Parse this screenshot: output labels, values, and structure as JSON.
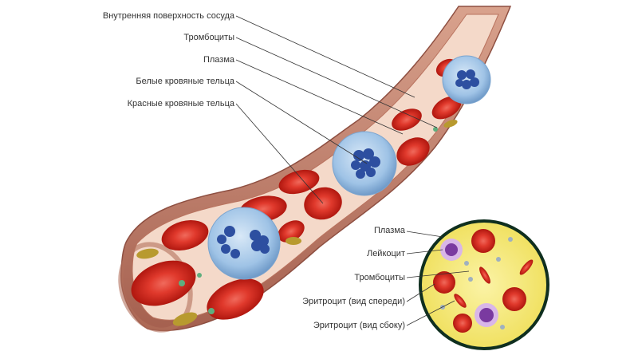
{
  "vessel_labels": {
    "inner_surface": "Внутренняя поверхность сосуда",
    "platelets": "Тромбоциты",
    "plasma": "Плазма",
    "white_cells": "Белые кровяные тельца",
    "red_cells": "Красные кровяные тельца"
  },
  "inset_labels": {
    "plasma": "Плазма",
    "leukocyte": "Лейкоцит",
    "platelets": "Тромбоциты",
    "erythrocyte_front": "Эритроцит (вид спереди)",
    "erythrocyte_side": "Эритроцит (вид сбоку)"
  },
  "colors": {
    "vessel_wall": "#c98a76",
    "vessel_wall_dark": "#9c5a4c",
    "vessel_lumen": "#f3d7c6",
    "red_cell": "#d62b1f",
    "red_cell_center": "#f06a5c",
    "white_cell": "#8fb8e0",
    "white_cell_nucleus": "#2d4fa0",
    "platelet": "#b89a2f",
    "inset_plasma": "#f5ea7a",
    "inset_border": "#0f2f1f",
    "leukocyte_purple": "#7a3aa0",
    "label_text": "#333333"
  }
}
